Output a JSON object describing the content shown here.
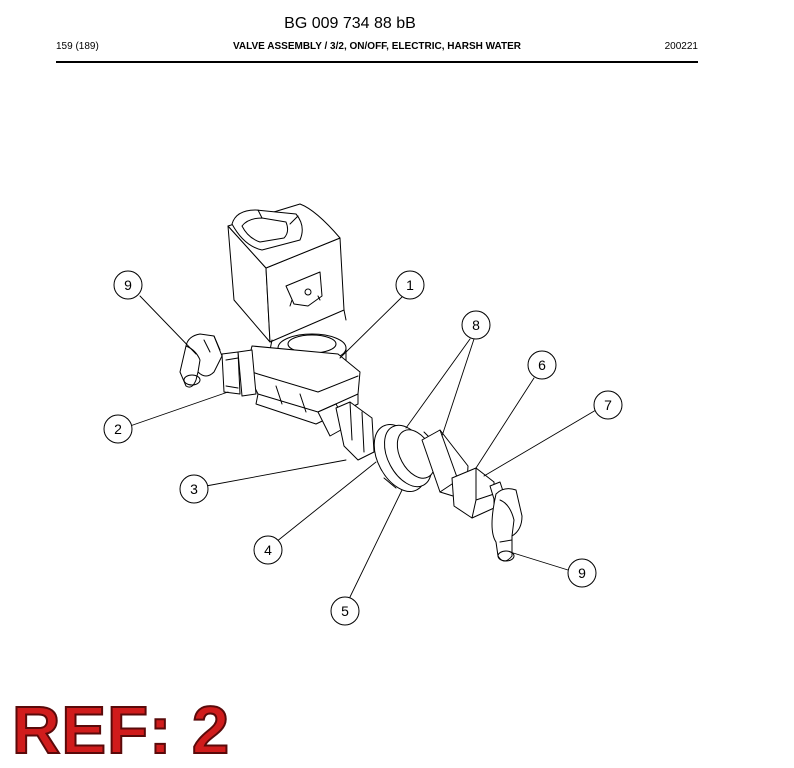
{
  "header": {
    "doc_number": "BG 009 734 88 bB",
    "page_number": "159 (189)",
    "title": "VALVE ASSEMBLY / 3/2, ON/OFF, ELECTRIC, HARSH WATER",
    "date": "200221"
  },
  "callouts": [
    {
      "id": "1",
      "label": "1"
    },
    {
      "id": "2",
      "label": "2"
    },
    {
      "id": "3",
      "label": "3"
    },
    {
      "id": "4",
      "label": "4"
    },
    {
      "id": "5",
      "label": "5"
    },
    {
      "id": "6",
      "label": "6"
    },
    {
      "id": "7",
      "label": "7"
    },
    {
      "id": "8",
      "label": "8"
    },
    {
      "id": "9a",
      "label": "9"
    },
    {
      "id": "9b",
      "label": "9"
    }
  ],
  "ref_label": "REF: 2",
  "colors": {
    "line": "#000000",
    "ref_fill": "#d01c1c",
    "ref_outline": "#5a0a0a"
  }
}
